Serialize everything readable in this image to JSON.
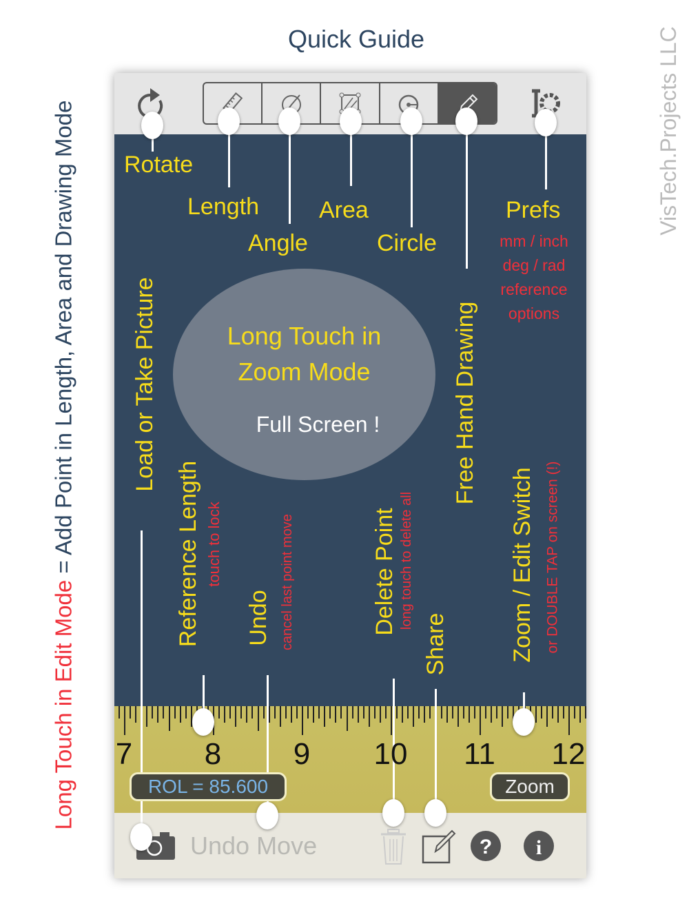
{
  "title": "Quick Guide",
  "side_left": {
    "red": "Long Touch in Edit Mode",
    "dark": " = Add Point in Length, Area and Drawing Mode"
  },
  "side_right": "VisTech.Projects LLC",
  "toolbar": {
    "icons": [
      "rotate-icon",
      "ruler-icon",
      "protractor-icon",
      "area-icon",
      "circle-icon",
      "pencil-icon",
      "prefs-icon"
    ],
    "active": "pencil-icon"
  },
  "labels": {
    "rotate": "Rotate",
    "length": "Length",
    "angle": "Angle",
    "area": "Area",
    "circle": "Circle",
    "prefs": "Prefs",
    "prefs_options": [
      "mm / inch",
      "deg / rad",
      "reference",
      "options"
    ],
    "load": "Load or Take Picture",
    "reference": "Reference Length",
    "reference_sub": "touch to lock",
    "undo": "Undo",
    "undo_sub": "cancel last point move",
    "delete": "Delete Point",
    "delete_sub": "long touch to delete all",
    "share": "Share",
    "freehand": "Free Hand Drawing",
    "zoom_switch": "Zoom / Edit Switch",
    "zoom_sub": "or DOUBLE TAP on screen (!)"
  },
  "bubble": {
    "line1": "Long Touch in",
    "line2": "Zoom Mode",
    "line3": "Full Screen !"
  },
  "ruler": {
    "numbers": [
      "7",
      "8",
      "9",
      "10",
      "11",
      "12"
    ]
  },
  "rol_value": "ROL = 85.600",
  "zoom_button": "Zoom",
  "bottom": {
    "undo_move": "Undo Move"
  },
  "colors": {
    "accent_yellow": "#f7dc1b",
    "red": "#f0303a",
    "panel": "#33485f"
  }
}
